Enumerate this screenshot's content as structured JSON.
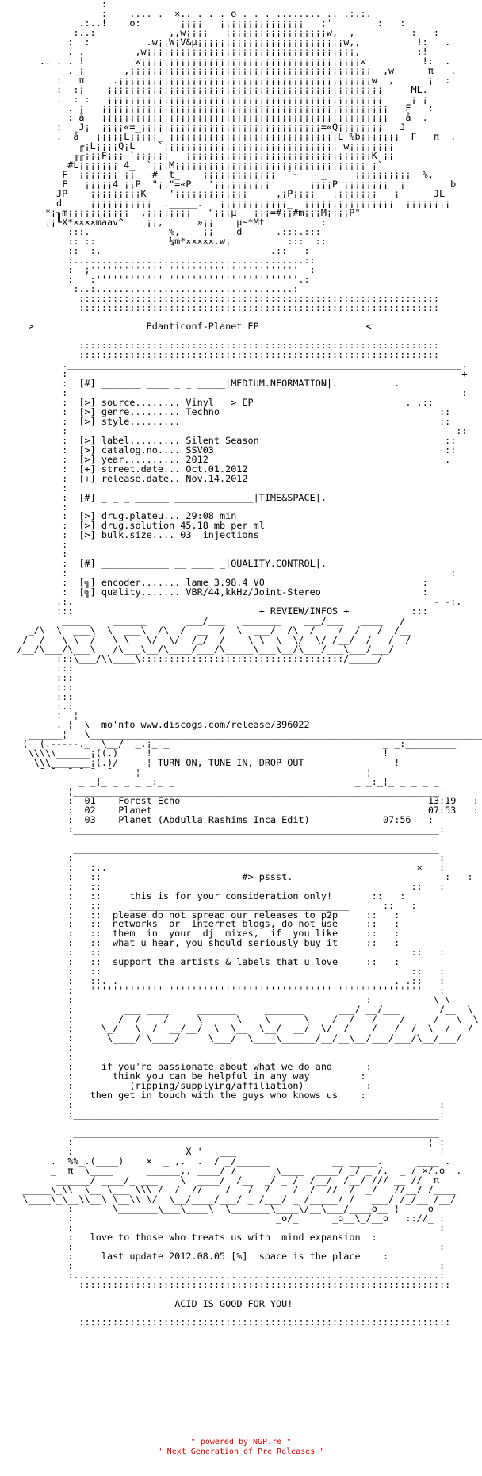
{
  "nfo": {
    "art_top": [
      "                  :",
      "                  :    .... .  ×.. . . . o . . . ........ .. .:.:.",
      "              .:..!    o:       ¡¡¡¡   ¡¡¡¡¡¡¡¡¡¡¡¡¡¡¡   ;'        :   :",
      "             :..:             ,,w¡¡¡¡   ¡¡¡¡¡¡¡¡¡¡¡¡¡¡¡¡¡¡w,  ,          :   :",
      "            :  :          .w¡¡W¡V&µ¡¡¡¡¡¡¡¡¡¡¡¡¡¡¡¡¡¡¡¡¡¡¡¡¡¡w,,          !:   .",
      "            . .         ,w¡¡¡¡¡¡¡¡¡¡¡¡¡¡¡¡¡¡¡¡¡¡¡¡¡¡¡¡¡¡¡¡¡¡¡¡¡,          :!",
      "       .. . . !         w¡¡¡¡¡¡¡¡¡¡¡¡¡¡¡¡¡¡¡¡¡¡¡¡¡¡¡¡¡¡¡¡¡¡¡¡¡¡¡w          !:  .",
      "            . ¡       ,¡¡¡¡¡¡¡¡¡¡¡¡¡¡¡¡¡¡¡¡¡¡¡¡¡¡¡¡¡¡¡¡¡¡¡¡¡¡¡¡¡¡¡  ,w      π   .",
      "          :   π     .¡¡¡¡¡¡¡¡¡¡¡¡¡¡¡¡¡¡¡¡¡¡¡¡¡¡¡¡¡¡¡¡¡¡¡¡¡¡¡¡¡¡¡¡¡w  ,      ¡  :",
      "          :  :¡    ¡¡¡¡¡¡¡¡¡¡¡¡¡¡¡¡¡¡¡¡¡¡¡¡¡¡¡¡¡¡¡¡¡¡¡¡¡¡¡¡¡¡¡¡¡¡¡¡¡     ML.",
      "          .  : :   ¡¡¡¡¡¡¡¡¡¡¡¡¡¡¡¡¡¡¡¡¡¡¡¡¡¡¡¡¡¡¡¡¡¡¡¡¡¡¡¡¡¡¡¡¡¡¡¡¡     ¡ ¡",
      "            . ¡   ¡¡¡¡¡¡¡¡¡¡¡¡¡¡¡¡¡¡¡¡¡¡¡¡¡¡¡¡¡¡¡¡¡¡¡¡¡¡¡¡¡¡¡¡¡¡¡¡¡¡¡   F   :",
      "            : å   ¡¡¡¡¡¡¡¡¡¡¡¡¡¡¡¡¡¡¡¡¡¡¡¡¡¡¡¡¡¡¡¡¡¡¡¡¡¡¡¡¡¡¡¡¡¡¡¡¡¡¡   å  .",
      "          :   J¡  ¡¡¡¡«=_¡¡¡¡¡¡¡¡¡¡¡¡¡¡¡¡¡¡¡¡¡¡¡¡¡¡¡¡¡¡¡¡=«Q¡¡¡¡¡¡¡¡   J",
      "          .  å   ¡¡¡¡¡L¡¡¡¡¡_ ¡¡¡¡¡¡¡¡¡¡¡¡¡¡¡¡¡¡¡¡¡¡¡¡¡¡¡¡¡¡L %b¡¡¡¡¡¡¡  F   π  .",
      "              ╓¡L¡¡¡¡Q¡L    `¡¡¡¡¡¡¡¡¡¡¡¡¡¡¡¡¡¡¡¡¡¡¡¡¡¡¡¡¡¡¡ w¡¡¡¡¡¡¡¡   ",
      "             ╓╓¡¡¡F¡¡¡ `¡¡¡¡¡¡   ¡¡¡¡¡¡¡¡¡¡¡¡¡¡¡¡¡¡¡¡¡¡¡¡¡¡¡¡¡¡¡¡¡K ¡¡",
      "            #L¡¡¡¡¡¡¡ 4_  `¡¡¡M¡¡¡¡¡¡¡¡¡¡¡¡¡¡¡¡¡¡¡¡¡¡¡¡¡¡¡¡¡¡¡¡¡¡ ¡`",
      "           F  ¡¡¡¡¡¡¡ ¡¡   #  t_    ¡¡¡¡¡¡¡¡¡¡¡¡¡  `~    _     ¡¡¡¡¡¡¡¡¡¡  %,",
      "           F   ¡¡¡¡¡4 ¡¡P  \"¡¡\"=«P   '¡¡¡¡¡¡¡¡¡¡       ¡¡¡¡P ¡¡¡¡¡¡¡¡  ¡        b",
      "          JP    ¡¡¡¡¡¡¡¡¡K    '¡¡¡¡¡¡¡¡¡¡¡¡¡     ,¡P¡¡¡¡   ¡¡¡¡¡¡¡¡   ¡      JL",
      "          d     ¡¡¡¡¡¡¡¡¡¡¡  ._____.   ¡¡¡¡¡¡¡¡¡¡¡¡_  ¡¡¡¡¡¡¡¡¡¡¡¡¡¡¡¡  ¡¡¡¡¡¡¡¡",
      "        *¡╖m¡¡¡¡¡¡¡¡¡¡¡  ,¡¡¡¡¡¡¡¡   \"¡¡¡µ   ¡¡¡=#¡¡#m¡¡¡M¡¡¡¡P\"",
      "        ¡¡╙X*××××maav^    ¡¡,      »¡¡    µ~*Mt          :",
      "            :::.              %,    ¡¡    d      .:::.:::",
      "            :: ::             ¼m*×××××.w¡          :::  ::",
      "            ::  :.                              .::   :",
      "            :.........................................::",
      "            :  ;'''''''''''''''''''''''''''''''''''''  :",
      "            :   :''''''''''''''''''''''''''''''''''''.:",
      "             :..:...................................:"
    ],
    "rule_double": "              ::::::::::::::::::::::::::::::::::::::::::::::::::::::::::::::::",
    "title_bracket_left": ">",
    "title": "Edanticonf-Planet EP",
    "title_bracket_right": "<",
    "info_header_1": "[#] _______ ____ _ _ _____|MEDIUM.NFORMATION|.",
    "info_header_2": "[#] _ _ _ ______ ______________|TIME&SPACE|.",
    "info_header_3": "[#] ____________ __ ____ _|QUALITY.CONTROL|.",
    "fields": {
      "source": {
        "label": "[>] source........",
        "value": "Vinyl   > EP"
      },
      "genre": {
        "label": "[>] genre.........",
        "value": "Techno"
      },
      "style": {
        "label": "[>] style.........",
        "value": ""
      },
      "label": {
        "label": "[>] label.........",
        "value": "Silent Season"
      },
      "catalog": {
        "label": "[>] catalog.no....",
        "value": "SSV03"
      },
      "year": {
        "label": "[>] year..........",
        "value": "2012"
      },
      "street_date": {
        "label": "[+] street.date...",
        "value": "Oct.01.2012"
      },
      "release_date": {
        "label": "[+] release.date..",
        "value": "Nov.14.2012"
      },
      "drug_plateu": {
        "label": "[>] drug.plateu...",
        "value": "29:08 min"
      },
      "drug_solution": {
        "label": "[>] drug.solution",
        "value": "45,18 mb per ml"
      },
      "bulk_size": {
        "label": "[>] bulk.size....",
        "value": "03  injections"
      },
      "encoder": {
        "label": "[╗] encoder.......",
        "value": "lame 3.98.4 V0"
      },
      "quality": {
        "label": "[╗] quality.......",
        "value": "VBR/44,kkHz/Joint-Stereo"
      }
    },
    "review_label": "+ REVIEW/INFOS +",
    "art_review": [
      "           _____    ______       ___/___   _______    ___/___   ____   /",
      "     _/\\  \\  ___\\  \\  ___\\  /\\  /  __  /  \\  ___/  /\\  /    /  /   /  /__",
      "    /  /   \\ \\  /   \\ \\   \\/  \\/  /_/  /    \\ \\  \\  \\/  \\/ /__/  /   /  /",
      "   /__/\\___/\\___\\   /\\___\\__/\\____/___/\\_____\\___\\__/\\___/___\\___/___/",
      "          :::\\___/\\\\____\\::::::::::::::::::::::::::::::::::::/_____/"
    ],
    "moinfo_text": "mo'nfo www.discogs.com/release/396022",
    "motto": "TURN ON, TUNE IN, DROP OUT",
    "tracks": [
      {
        "num": "01",
        "title": "Forest Echo",
        "time": "13:19"
      },
      {
        "num": "02",
        "title": "Planet",
        "time": "07:53"
      },
      {
        "num": "03",
        "title": "Planet (Abdulla Rashims Inca Edit)",
        "time": "07:56"
      }
    ],
    "pssst_title": "#> pssst.",
    "consideration": "this is for your consideration only!",
    "notice_lines": [
      "please do not spread our releases to p2p",
      "networks  or  internet blogs, do not use",
      "them  in  your  dj  mixes,  if  you like",
      "what u hear, you should seriously buy it",
      "",
      "support the artists & labels that u love"
    ],
    "passionate_lines": [
      "if you're passionate about what we do and",
      "think you can be helpful in any way",
      "(ripping/supplying/affiliation)",
      "then get in touch with the guys who knows us"
    ],
    "love_line": "love to those who treats us with  mind expansion",
    "update_line": "last update 2012.08.05 [%]  space is the place",
    "acid_line": "ACID IS GOOD FOR YOU!"
  },
  "footer": {
    "powered": "\" powered by NGP.re \"",
    "tagline": "\" Next Generation of Pre Releases \""
  },
  "colors": {
    "text": "#000000",
    "background": "#ffffff",
    "footer": "#d10000"
  }
}
